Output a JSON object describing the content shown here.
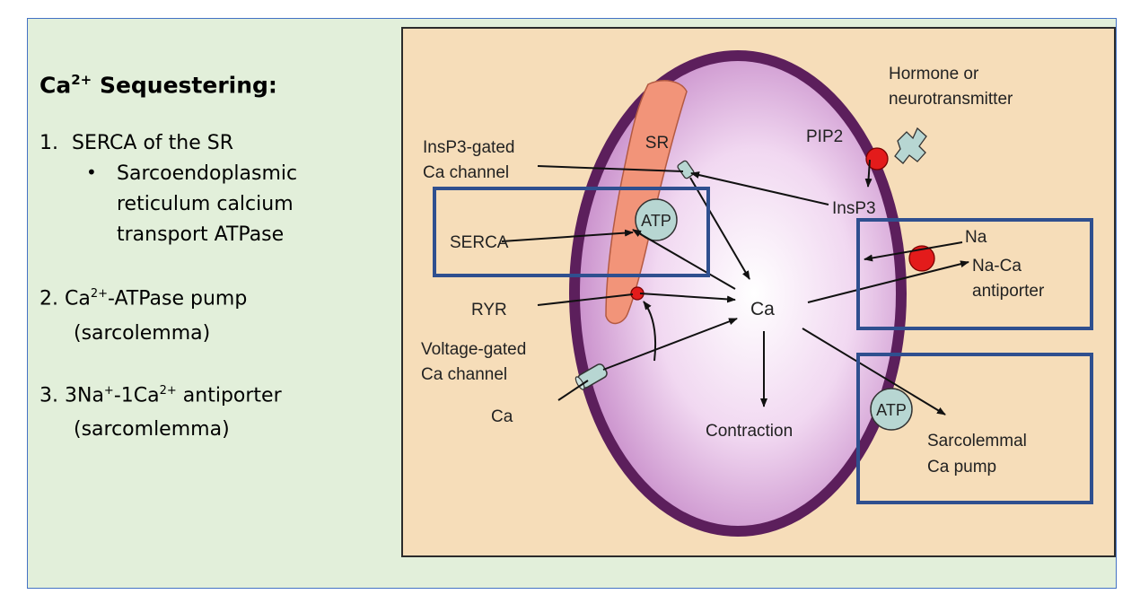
{
  "slide": {
    "heading": {
      "prefix": "Ca",
      "sup": "2+",
      "suffix": " Sequestering:"
    },
    "items": [
      {
        "number": "1.",
        "text": "SERCA of the SR",
        "bullet_lines": [
          "Sarcoendoplasmic",
          "reticulum calcium",
          "transport ATPase"
        ]
      },
      {
        "line1_a": "2. Ca",
        "line1_sup": "2+",
        "line1_b": "-ATPase pump",
        "line2": "(sarcolemma)"
      },
      {
        "line1_a": "3. 3Na",
        "line1_sup1": "+",
        "line1_b": "-1Ca",
        "line1_sup2": "2+",
        "line1_c": " antiporter",
        "line2": "(sarcomlemma)"
      }
    ]
  },
  "diagram": {
    "labels": {
      "hormone_line1": "Hormone or",
      "hormone_line2": "neurotransmitter",
      "pip2": "PIP2",
      "insp3_gated_line1": "InsP3-gated",
      "insp3_gated_line2": "Ca channel",
      "sr": "SR",
      "insp3": "InsP3",
      "atp_serca": "ATP",
      "serca": "SERCA",
      "na": "Na",
      "na_ca_line1": "Na-Ca",
      "na_ca_line2": "antiporter",
      "ryr": "RYR",
      "ca_center": "Ca",
      "voltage_line1": "Voltage-gated",
      "voltage_line2": "Ca channel",
      "ca_outside": "Ca",
      "contraction": "Contraction",
      "atp_pump": "ATP",
      "sarcolemmal_line1": "Sarcolemmal",
      "sarcolemmal_line2": "Ca pump"
    },
    "colors": {
      "panel_background": "#f6ddb9",
      "cell_membrane": "#5c1f5c",
      "cytoplasm": "#d9a6da",
      "sr_fill": "#f29479",
      "atp_fill": "#b7d6d2",
      "red_dot": "#e31b1b",
      "highlight_box": "#2f4f8f"
    }
  }
}
